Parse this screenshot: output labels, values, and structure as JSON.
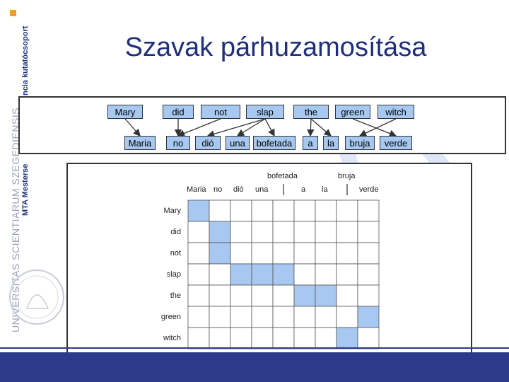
{
  "title": "Szavak párhuzamosítása",
  "sidebar": {
    "line1": "ncia kutatócsoport",
    "line2": "MTA Mesterse",
    "line3": "UNIVERSITAS SCIENTIARUM SZEGEDIENSIS"
  },
  "alignment": {
    "english": [
      "Mary",
      "did",
      "not",
      "slap",
      "the",
      "green",
      "witch"
    ],
    "spanish": [
      "Maria",
      "no",
      "dió",
      "una",
      "bofetada",
      "a",
      "la",
      "bruja",
      "verde"
    ],
    "links": [
      [
        0,
        0
      ],
      [
        1,
        1
      ],
      [
        2,
        1
      ],
      [
        3,
        2
      ],
      [
        3,
        3
      ],
      [
        3,
        4
      ],
      [
        4,
        5
      ],
      [
        4,
        6
      ],
      [
        5,
        8
      ],
      [
        6,
        7
      ]
    ]
  },
  "matrix": {
    "top_labels": [
      "bofetada",
      "bruja"
    ],
    "columns": [
      "Maria",
      "no",
      "dió",
      "una",
      "",
      "a",
      "la",
      "",
      "verde"
    ],
    "rows": [
      "Mary",
      "did",
      "not",
      "slap",
      "the",
      "green",
      "witch"
    ],
    "filled": [
      [
        0,
        0
      ],
      [
        1,
        1
      ],
      [
        2,
        1
      ],
      [
        3,
        2
      ],
      [
        3,
        3
      ],
      [
        3,
        4
      ],
      [
        4,
        5
      ],
      [
        4,
        6
      ],
      [
        5,
        8
      ],
      [
        6,
        7
      ]
    ]
  },
  "colors": {
    "title": "#1f2f7a",
    "cell": "#a7c8f0",
    "footer": "#2d3a8c"
  }
}
